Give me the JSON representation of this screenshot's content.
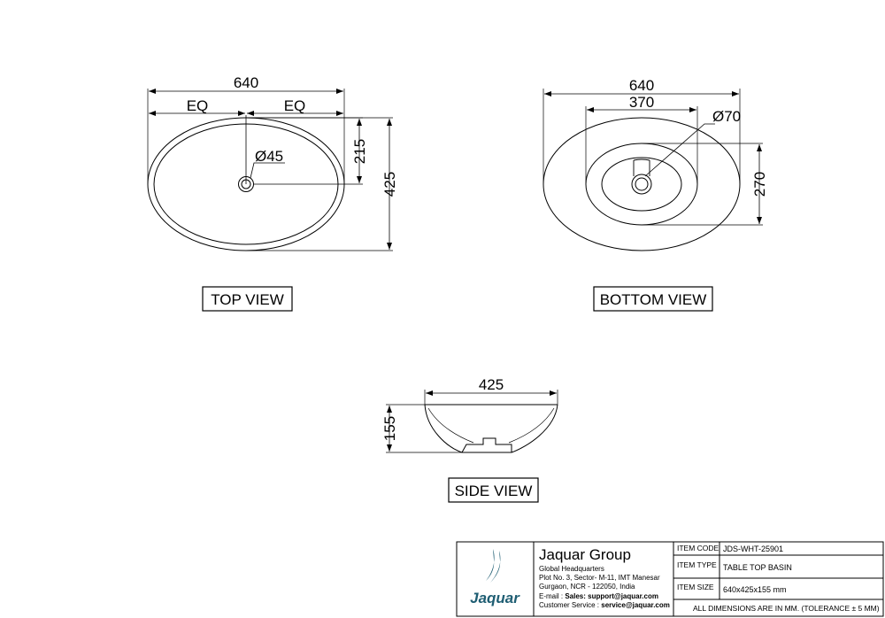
{
  "top_view": {
    "label": "TOP VIEW",
    "dims": {
      "width": "640",
      "eq_left": "EQ",
      "eq_right": "EQ",
      "height_to_hole": "215",
      "height": "425",
      "hole_diameter": "Ø45"
    }
  },
  "bottom_view": {
    "label": "BOTTOM VIEW",
    "dims": {
      "width": "640",
      "inner_width": "370",
      "drain_diameter": "Ø70",
      "inner_height": "270"
    }
  },
  "side_view": {
    "label": "SIDE VIEW",
    "dims": {
      "width": "425",
      "height": "155"
    }
  },
  "title_block": {
    "logo_text": "Jaquar",
    "company": "Jaquar Group",
    "address_lines": [
      "Global Headquarters",
      "Plot No. 3, Sector- M-11, IMT Manesar",
      "Gurgaon, NCR - 122050, India"
    ],
    "email_prefix": "E-mail : ",
    "email_value": "Sales: support@jaquar.com",
    "service_prefix": "Customer Service : ",
    "service_value": "service@jaquar.com",
    "rows": [
      {
        "label": "ITEM  CODE",
        "value": "JDS-WHT-25901"
      },
      {
        "label": "ITEM  TYPE",
        "value": "TABLE TOP BASIN"
      },
      {
        "label": "ITEM  SIZE",
        "value": "640x425x155 mm"
      }
    ],
    "note": "ALL DIMENSIONS ARE IN MM. (TOLERANCE ± 5 MM)"
  },
  "colors": {
    "line": "#000000",
    "logo": "#1f5e73",
    "background": "#ffffff"
  }
}
